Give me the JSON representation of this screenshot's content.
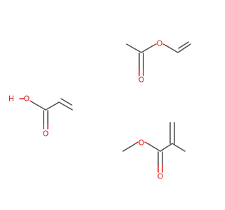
{
  "molecules": [
    {
      "id": "vinyl-acetate",
      "atoms": {
        "o_ester": "O",
        "o_carbonyl": "O"
      }
    },
    {
      "id": "acrylic-acid",
      "atoms": {
        "o_hydroxyl": "O",
        "h_hydroxyl": "H",
        "o_carbonyl": "O"
      }
    },
    {
      "id": "methyl-methacrylate",
      "atoms": {
        "o_ester": "O",
        "o_carbonyl": "O"
      }
    }
  ],
  "colors": {
    "bond": "#4a4a4a",
    "oxygen": "#e02020"
  }
}
